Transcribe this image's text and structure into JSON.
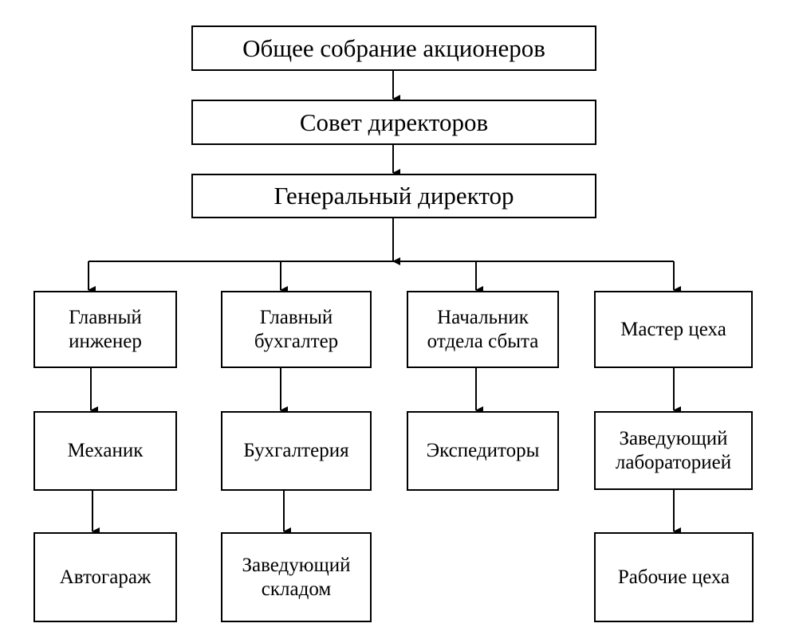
{
  "diagram": {
    "type": "org-chart",
    "nodes": {
      "shareholders": "Общее собрание акционеров",
      "board": "Совет директоров",
      "ceo": "Генеральный директор",
      "chief_engineer": "Главный\nинженер",
      "chief_accountant": "Главный\nбухгалтер",
      "sales_head": "Начальник\nотдела сбыта",
      "shop_master": "Мастер цеха",
      "mechanic": "Механик",
      "accounting": "Бухгалтерия",
      "forwarders": "Экспедиторы",
      "lab_head": "Заведующий\nлабораторией",
      "garage": "Автогараж",
      "warehouse_head": "Заведующий\nскладом",
      "workshops": "Рабочие цеха"
    },
    "edges": [
      [
        "shareholders",
        "board"
      ],
      [
        "board",
        "ceo"
      ],
      [
        "ceo",
        "chief_engineer"
      ],
      [
        "ceo",
        "chief_accountant"
      ],
      [
        "ceo",
        "sales_head"
      ],
      [
        "ceo",
        "shop_master"
      ],
      [
        "chief_engineer",
        "mechanic"
      ],
      [
        "chief_accountant",
        "accounting"
      ],
      [
        "sales_head",
        "forwarders"
      ],
      [
        "shop_master",
        "lab_head"
      ],
      [
        "mechanic",
        "garage"
      ],
      [
        "accounting",
        "warehouse_head"
      ],
      [
        "lab_head",
        "workshops"
      ]
    ]
  }
}
